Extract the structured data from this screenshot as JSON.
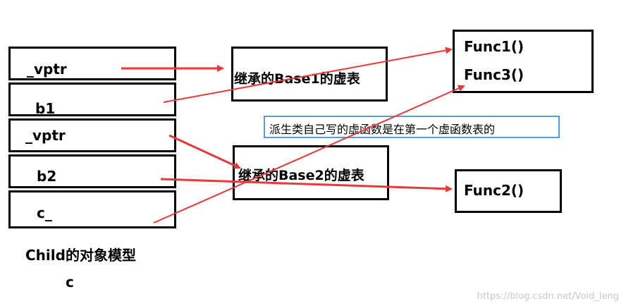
{
  "object_model": {
    "cells": [
      "_vptr",
      "b1",
      "_vptr",
      "b2",
      "c_"
    ],
    "caption": "Child的对象模型",
    "variable": "c"
  },
  "vtables": {
    "base1": "继承的Base1的虚表",
    "base2": "继承的Base2的虚表"
  },
  "functions": {
    "box1": [
      "Func1()",
      "Func3()"
    ],
    "box2": [
      "Func2()"
    ]
  },
  "note": "派生类自己写的虚函数是在第一个虚函数表的",
  "watermark": "https://blog.csdn.net/Void_leng",
  "colors": {
    "arrow": "#e83a3a",
    "note_border": "#5b9bd5",
    "stroke": "#000000"
  }
}
